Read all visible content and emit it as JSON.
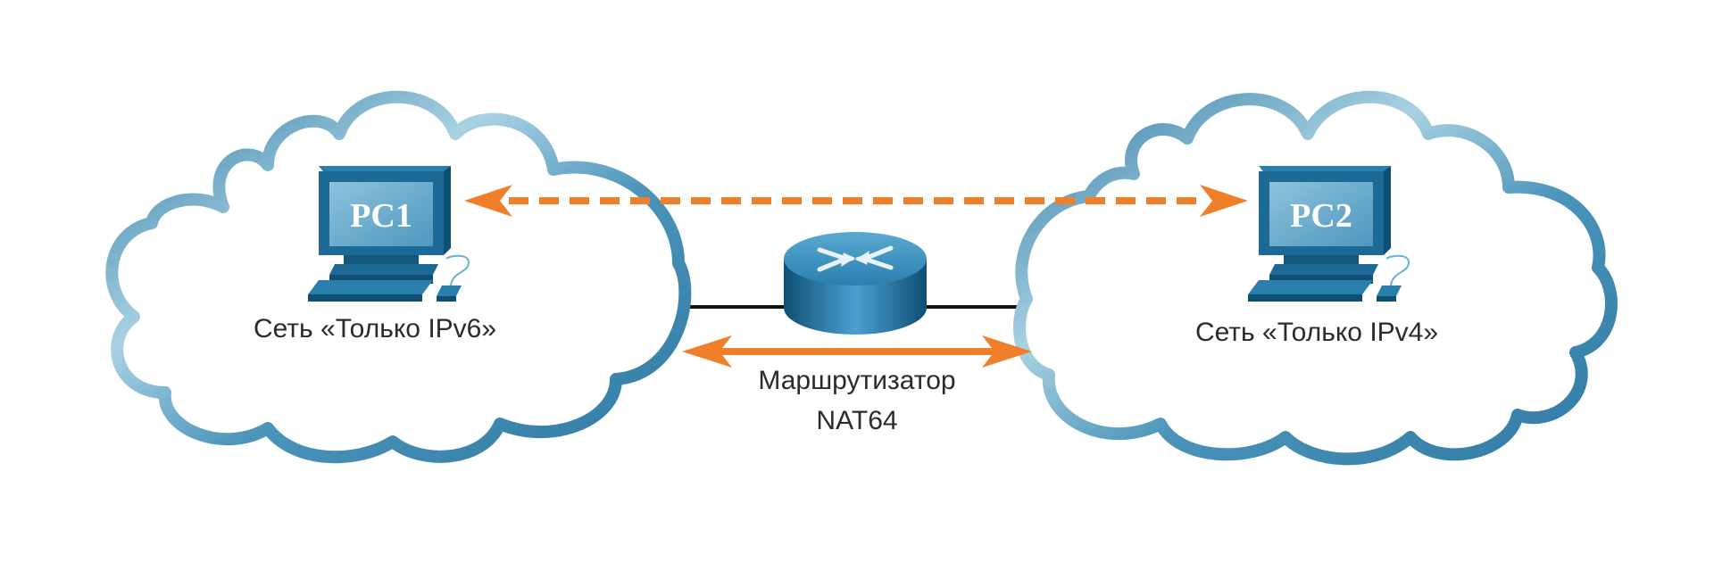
{
  "left_network": {
    "pc_name": "PC1",
    "label": "Сеть «Только IPv6»"
  },
  "right_network": {
    "pc_name": "PC2",
    "label": "Сеть «Только IPv4»"
  },
  "router": {
    "label_line1": "Маршрутизатор",
    "label_line2": "NAT64"
  },
  "colors": {
    "cloud_dark": "#2f7aa3",
    "cloud_light": "#b9dbe8",
    "arrow": "#f07f2a",
    "device_blue": "#1d6a96",
    "link": "#111111"
  },
  "icons": [
    "cloud-icon",
    "pc-icon",
    "router-icon",
    "double-arrow-icon",
    "dashed-double-arrow-icon"
  ]
}
